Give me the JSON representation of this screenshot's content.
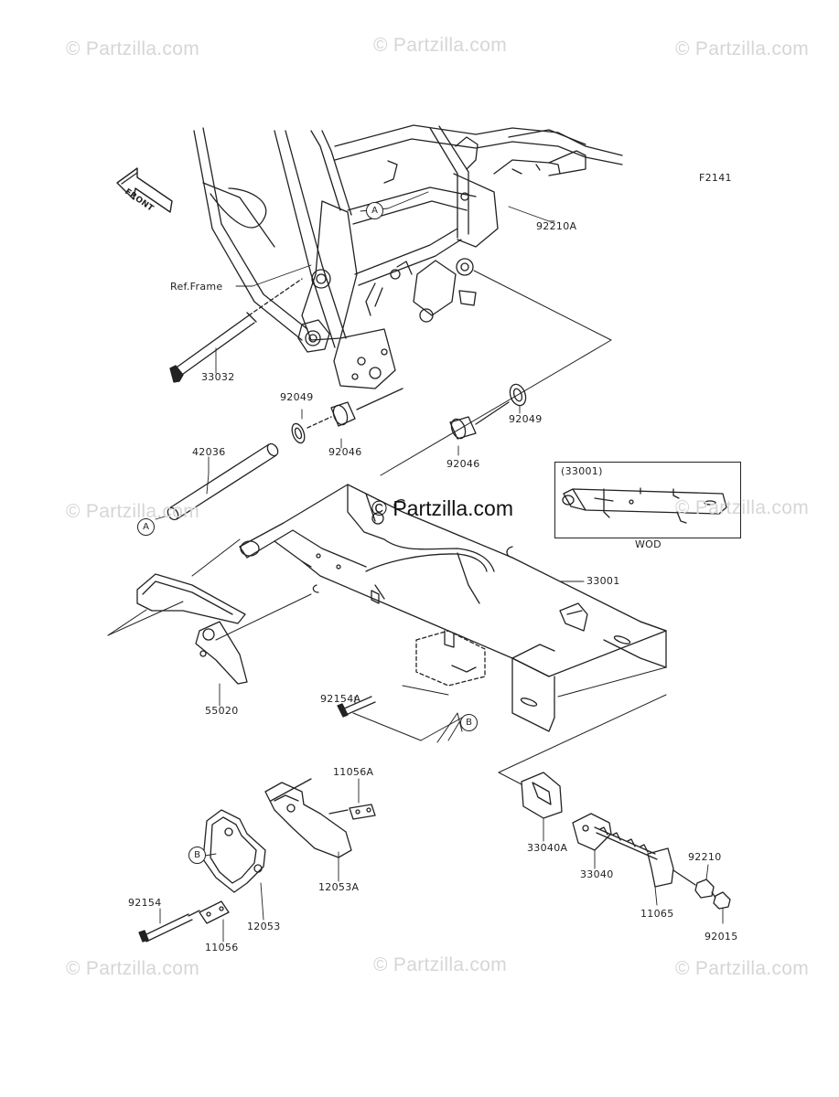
{
  "watermark": "© Partzilla.com",
  "figure_code": "F2141",
  "front_label": "FRONT",
  "ref_frame": "Ref.Frame",
  "inset": {
    "title": "(33001)",
    "caption": "WOD"
  },
  "callouts": {
    "a": "A",
    "b": "B"
  },
  "parts": {
    "p92210A": "92210A",
    "p33032": "33032",
    "p92049a": "92049",
    "p92046a": "92046",
    "p92046b": "92046",
    "p92049b": "92049",
    "p42036": "42036",
    "p33001": "33001",
    "p55020": "55020",
    "p92154A": "92154A",
    "p11056A": "11056A",
    "p12053A": "12053A",
    "p92154": "92154",
    "p11056": "11056",
    "p12053": "12053",
    "p33040A": "33040A",
    "p33040": "33040",
    "p92210": "92210",
    "p11065": "11065",
    "p92015": "92015"
  }
}
